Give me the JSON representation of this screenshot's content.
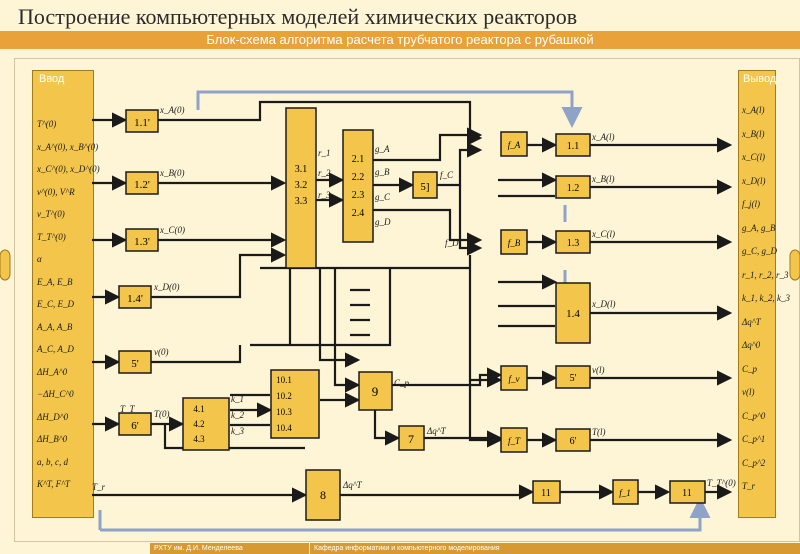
{
  "header": {
    "title": "Построение компьютерных моделей химических реакторов",
    "subtitle": "Блок-схема алгоритма расчета трубчатого реактора с рубашкой"
  },
  "input_panel": {
    "label": "Ввод",
    "items": [
      "T^(0)",
      "x_A^(0), x_B^(0)",
      "x_C^(0), x_D^(0)",
      "v^(0), V^R",
      "v_T^(0)",
      "T_T^(0)",
      "α",
      "E_A, E_B",
      "E_C, E_D",
      "A_A, A_B",
      "A_C, A_D",
      "ΔH_A^0",
      "−ΔH_C^0",
      "ΔH_D^0",
      "ΔH_B^0",
      "a, b, c, d",
      "K^T, F^T"
    ]
  },
  "output_panel": {
    "label": "Вывод",
    "items": [
      "x_A(l)",
      "x_B(l)",
      "x_C(l)",
      "x_D(l)",
      "f_j(l)",
      "g_A, g_B",
      "g_C, g_D",
      "r_1, r_2, r_3",
      "k_1, k_2, k_3",
      "Δq^T",
      "Δq^0",
      "C_p",
      "v(l)",
      "C_p^0",
      "C_p^1",
      "C_p^2",
      "T_r"
    ]
  },
  "blocks": {
    "b11": "1.1'",
    "b12": "1.2'",
    "b13": "1.3'",
    "b14": "1.4'",
    "b5": "5'",
    "b6": "6'",
    "b3": [
      "3.1",
      "3.2",
      "3.3"
    ],
    "b2": [
      "2.1",
      "2.2",
      "2.3",
      "2.4"
    ],
    "b5b": "5]",
    "b4": [
      "4.1",
      "4.2",
      "4.3"
    ],
    "b10": [
      "10.1",
      "10.2",
      "10.3",
      "10.4"
    ],
    "b9": "9",
    "b7": "7",
    "b8": "8",
    "r11": "1.1",
    "r12": "1.2",
    "r13": "1.3",
    "r14": "1.4",
    "r5": "5'",
    "r6": "6'",
    "b11b": "11",
    "b11c": "11"
  },
  "labels": {
    "xa0": "x_A(0)",
    "xb0": "x_B(0)",
    "xc0": "x_C(0)",
    "xd0": "x_D(0)",
    "v0": "v(0)",
    "t0": "T(0)",
    "xal": "x_A(l)",
    "xbl": "x_B(l)",
    "xcl": "x_C(l)",
    "xdl": "x_D(l)",
    "vl": "v(l)",
    "tl": "T(l)",
    "fa": "f_A",
    "fb": "f_B",
    "fc": "f_C",
    "fd": "f_D",
    "fv": "f_v",
    "ft": "f_T",
    "fa1": "f_1",
    "r1": "r_1",
    "r2": "r_2",
    "r3": "r_3",
    "ga": "g_A",
    "gb": "g_B",
    "gc": "g_C",
    "gd": "g_D",
    "k1": "k_1",
    "k2": "k_2",
    "k3": "k_3",
    "cp": "C_p",
    "dqt": "Δq^T",
    "dqt2": "Δq^T",
    "tt": "T_T",
    "tr0": "T_T^(0)",
    "tr": "T_r"
  },
  "footer": {
    "left": "РХТУ им. Д.И. Менделеева",
    "right": "Кафедра информатики и компьютерного моделирования"
  },
  "colors": {
    "accent": "#e9a23a",
    "block": "#f3c64b",
    "arrow": "#1a1a1a",
    "feedback": "#8fa3c8"
  }
}
